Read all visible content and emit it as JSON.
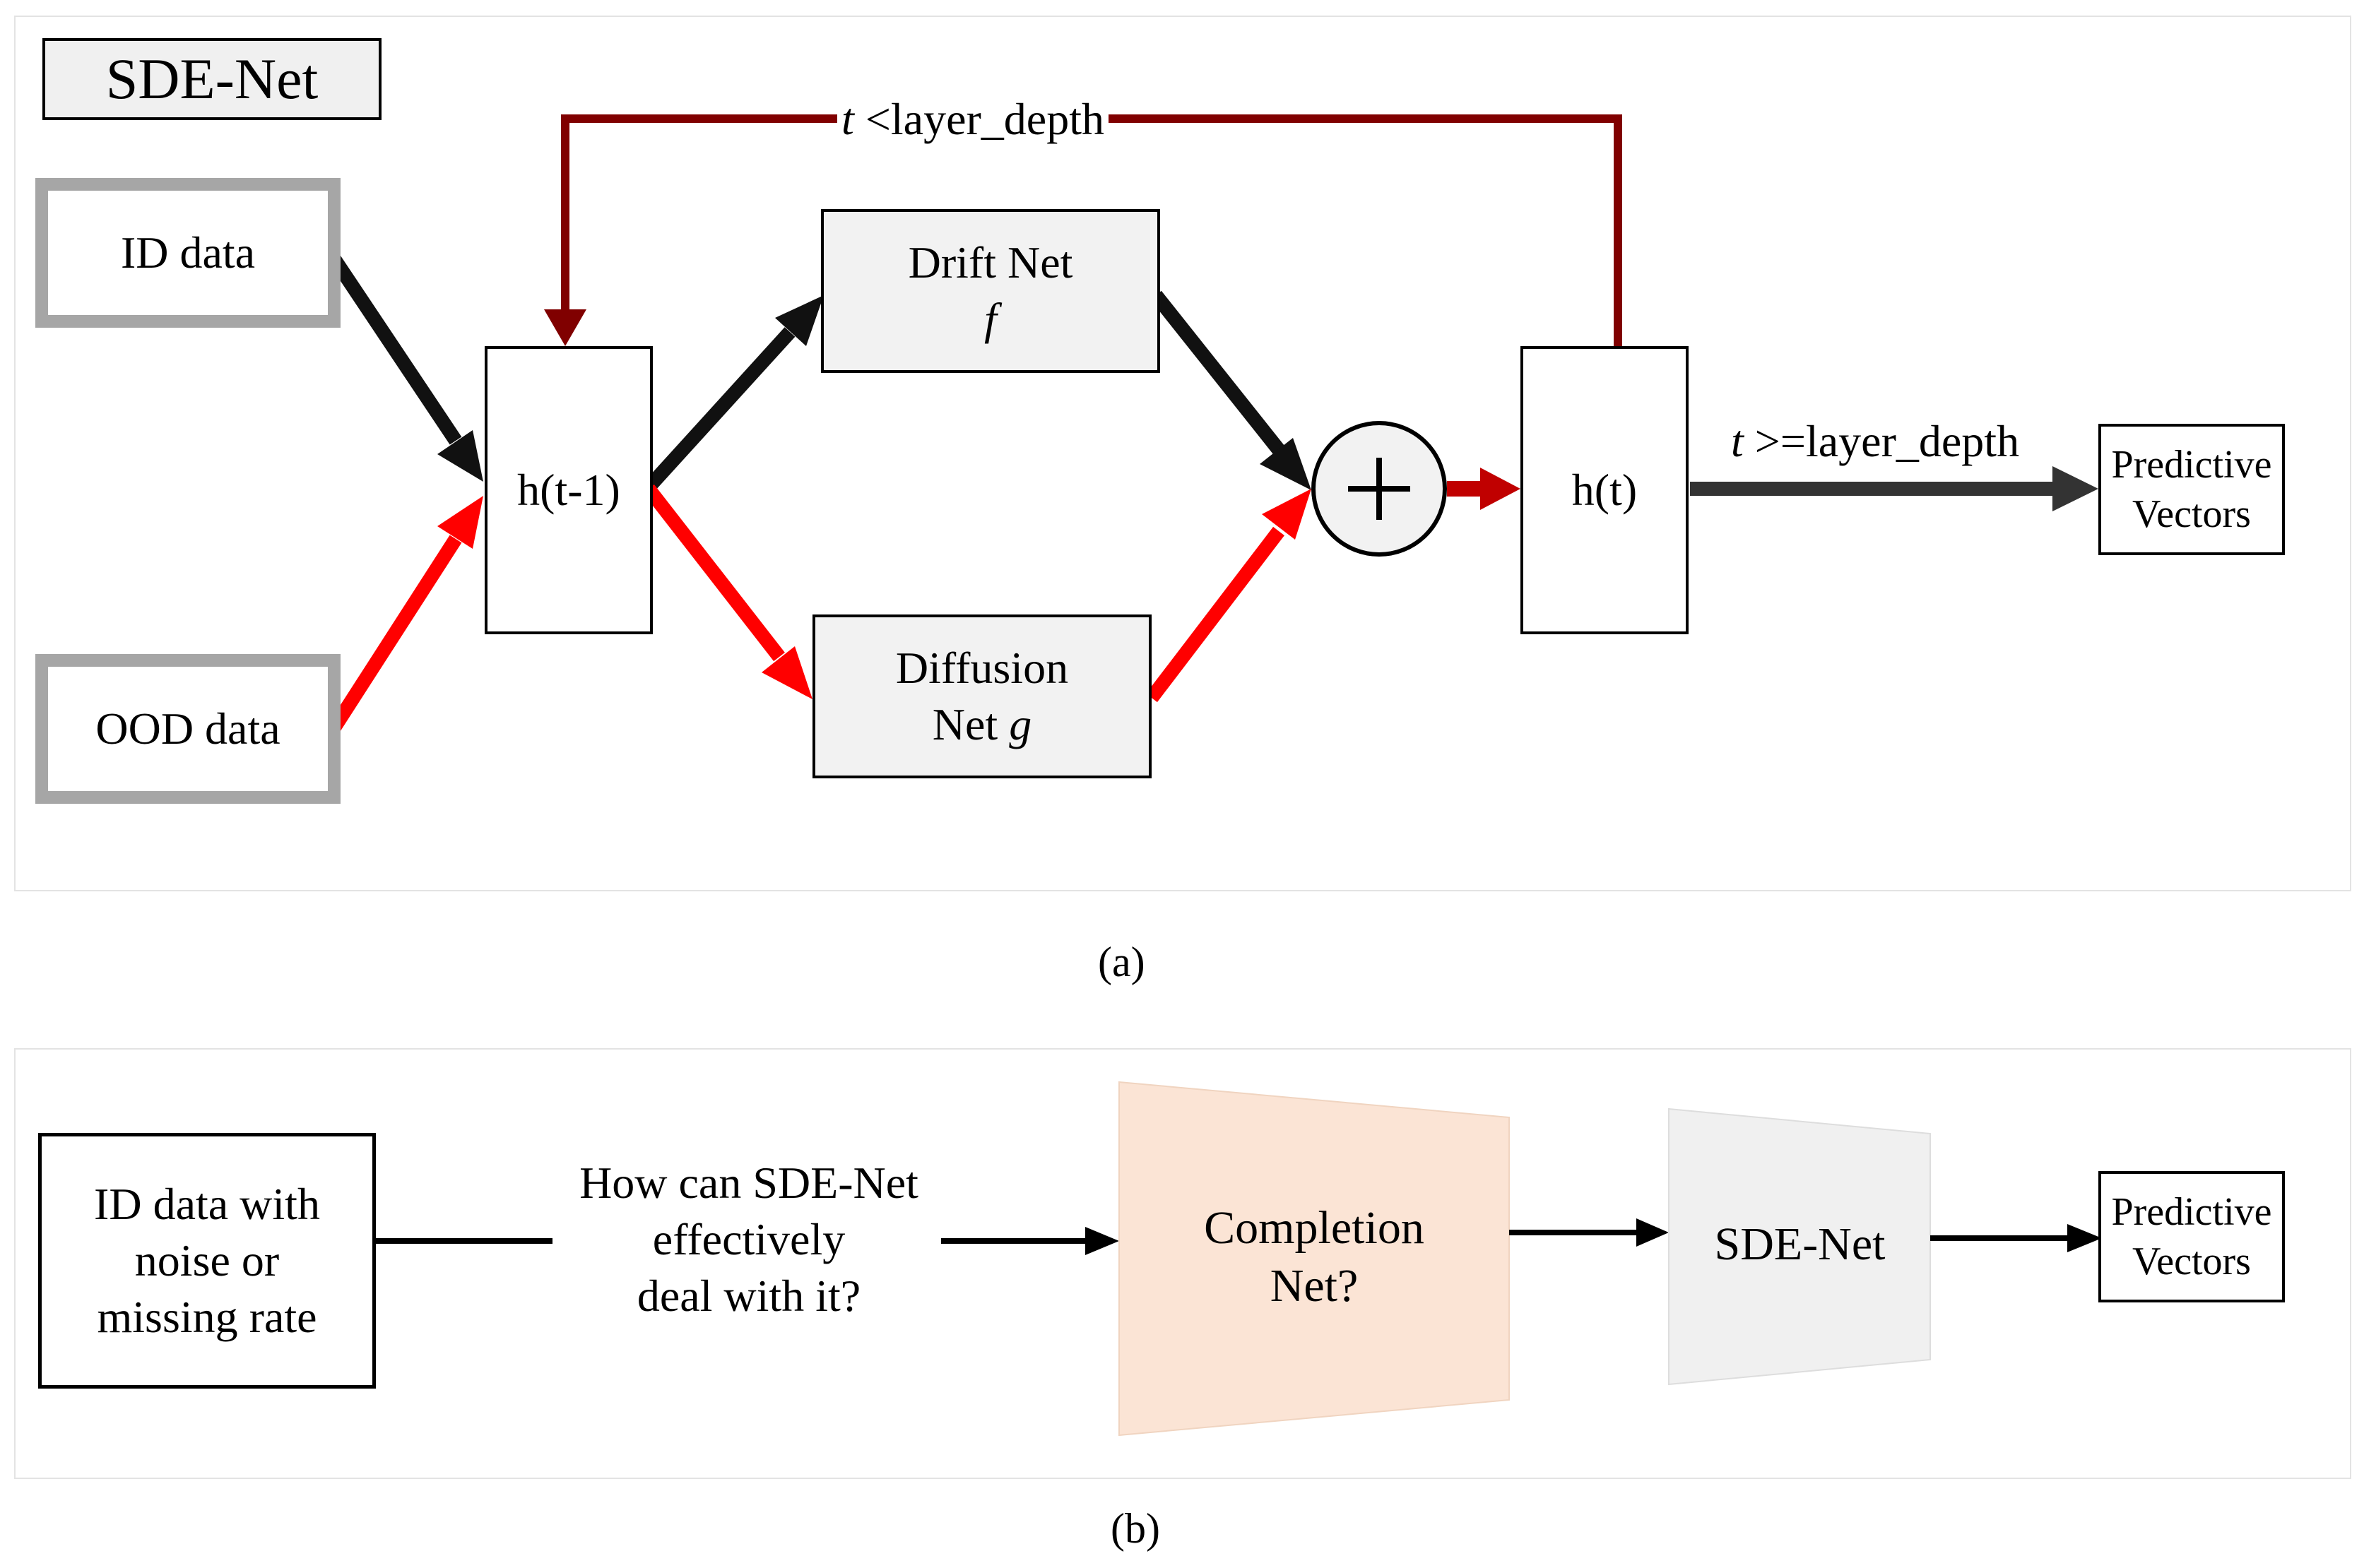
{
  "panel_a": {
    "title": "SDE-Net",
    "id_data": "ID data",
    "ood_data": "OOD data",
    "h_prev": "h(t-1)",
    "h_curr": "h(t)",
    "drift_net": "Drift Net",
    "drift_symbol": "f",
    "diffusion_net_line1": "Diffusion",
    "diffusion_net_line2": "Net",
    "diffusion_symbol": "g",
    "plus_symbol": "+",
    "loop_var": "t",
    "loop_condition": " <layer_depth",
    "exit_var": "t",
    "exit_condition": " >=layer_depth",
    "output_line1": "Predictive",
    "output_line2": "Vectors",
    "caption": "(a)"
  },
  "panel_b": {
    "input_line1": "ID data with",
    "input_line2": "noise or",
    "input_line3": "missing rate",
    "question_line1": "How can SDE-Net",
    "question_line2": "effectively",
    "question_line3": "deal with it?",
    "completion_line1": "Completion",
    "completion_line2": "Net?",
    "sde_net": "SDE-Net",
    "output_line1": "Predictive",
    "output_line2": "Vectors",
    "caption": "(b)"
  },
  "colors": {
    "id_flow": "#111111",
    "ood_flow": "#ff0000",
    "loop": "#800000",
    "plus_out": "#c00000",
    "completion_fill": "#fbe4d5",
    "sde_fill": "#f0f0f0",
    "data_border": "#a6a6a6"
  }
}
